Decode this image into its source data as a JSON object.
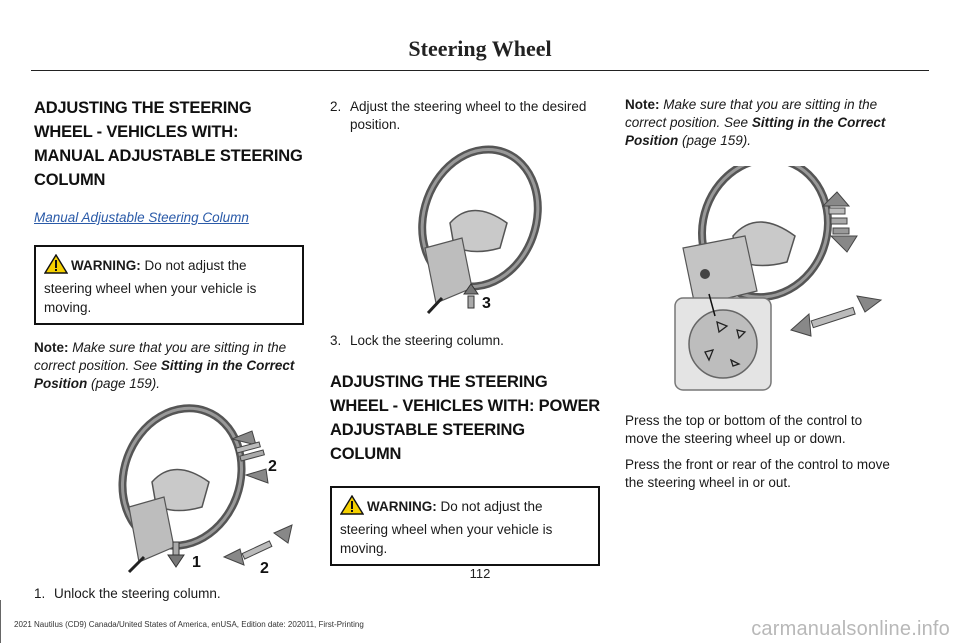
{
  "header": {
    "title": "Steering Wheel"
  },
  "col1": {
    "heading": "ADJUSTING THE STEERING WHEEL - VEHICLES WITH: MANUAL ADJUSTABLE STEERING COLUMN",
    "link": "Manual Adjustable Steering Column",
    "warning_label": "WARNING:",
    "warning_text": " Do not adjust the steering wheel when your vehicle is moving.",
    "note_label": "Note:",
    "note_text": " Make sure that you are sitting in the correct position.  See ",
    "note_ref": "Sitting in the Correct Position",
    "note_page": " (page 159).",
    "fig_labels": [
      "2",
      "1",
      "2"
    ],
    "step1_num": "1.",
    "step1_text": "Unlock the steering column."
  },
  "col2": {
    "step2_num": "2.",
    "step2_text": "Adjust the steering wheel to the desired position.",
    "fig_label": "3",
    "step3_num": "3.",
    "step3_text": "Lock the steering column.",
    "heading": "ADJUSTING THE STEERING WHEEL - VEHICLES WITH: POWER ADJUSTABLE STEERING COLUMN",
    "warning_label": "WARNING:",
    "warning_text": " Do not adjust the steering wheel when your vehicle is moving."
  },
  "col3": {
    "note_label": "Note:",
    "note_text": "  Make sure that you are sitting in the correct position.   See ",
    "note_ref": "Sitting in the Correct Position",
    "note_page": " (page 159).",
    "para1": "Press the top or bottom of the control to move the steering wheel up or down.",
    "para2": "Press the front or rear of the control to move the steering wheel in or out."
  },
  "page_number": "112",
  "footer": "2021 Nautilus (CD9) Canada/United States of America, enUSA, Edition date: 202011, First-Printing",
  "watermark": "carmanualsonline.info"
}
